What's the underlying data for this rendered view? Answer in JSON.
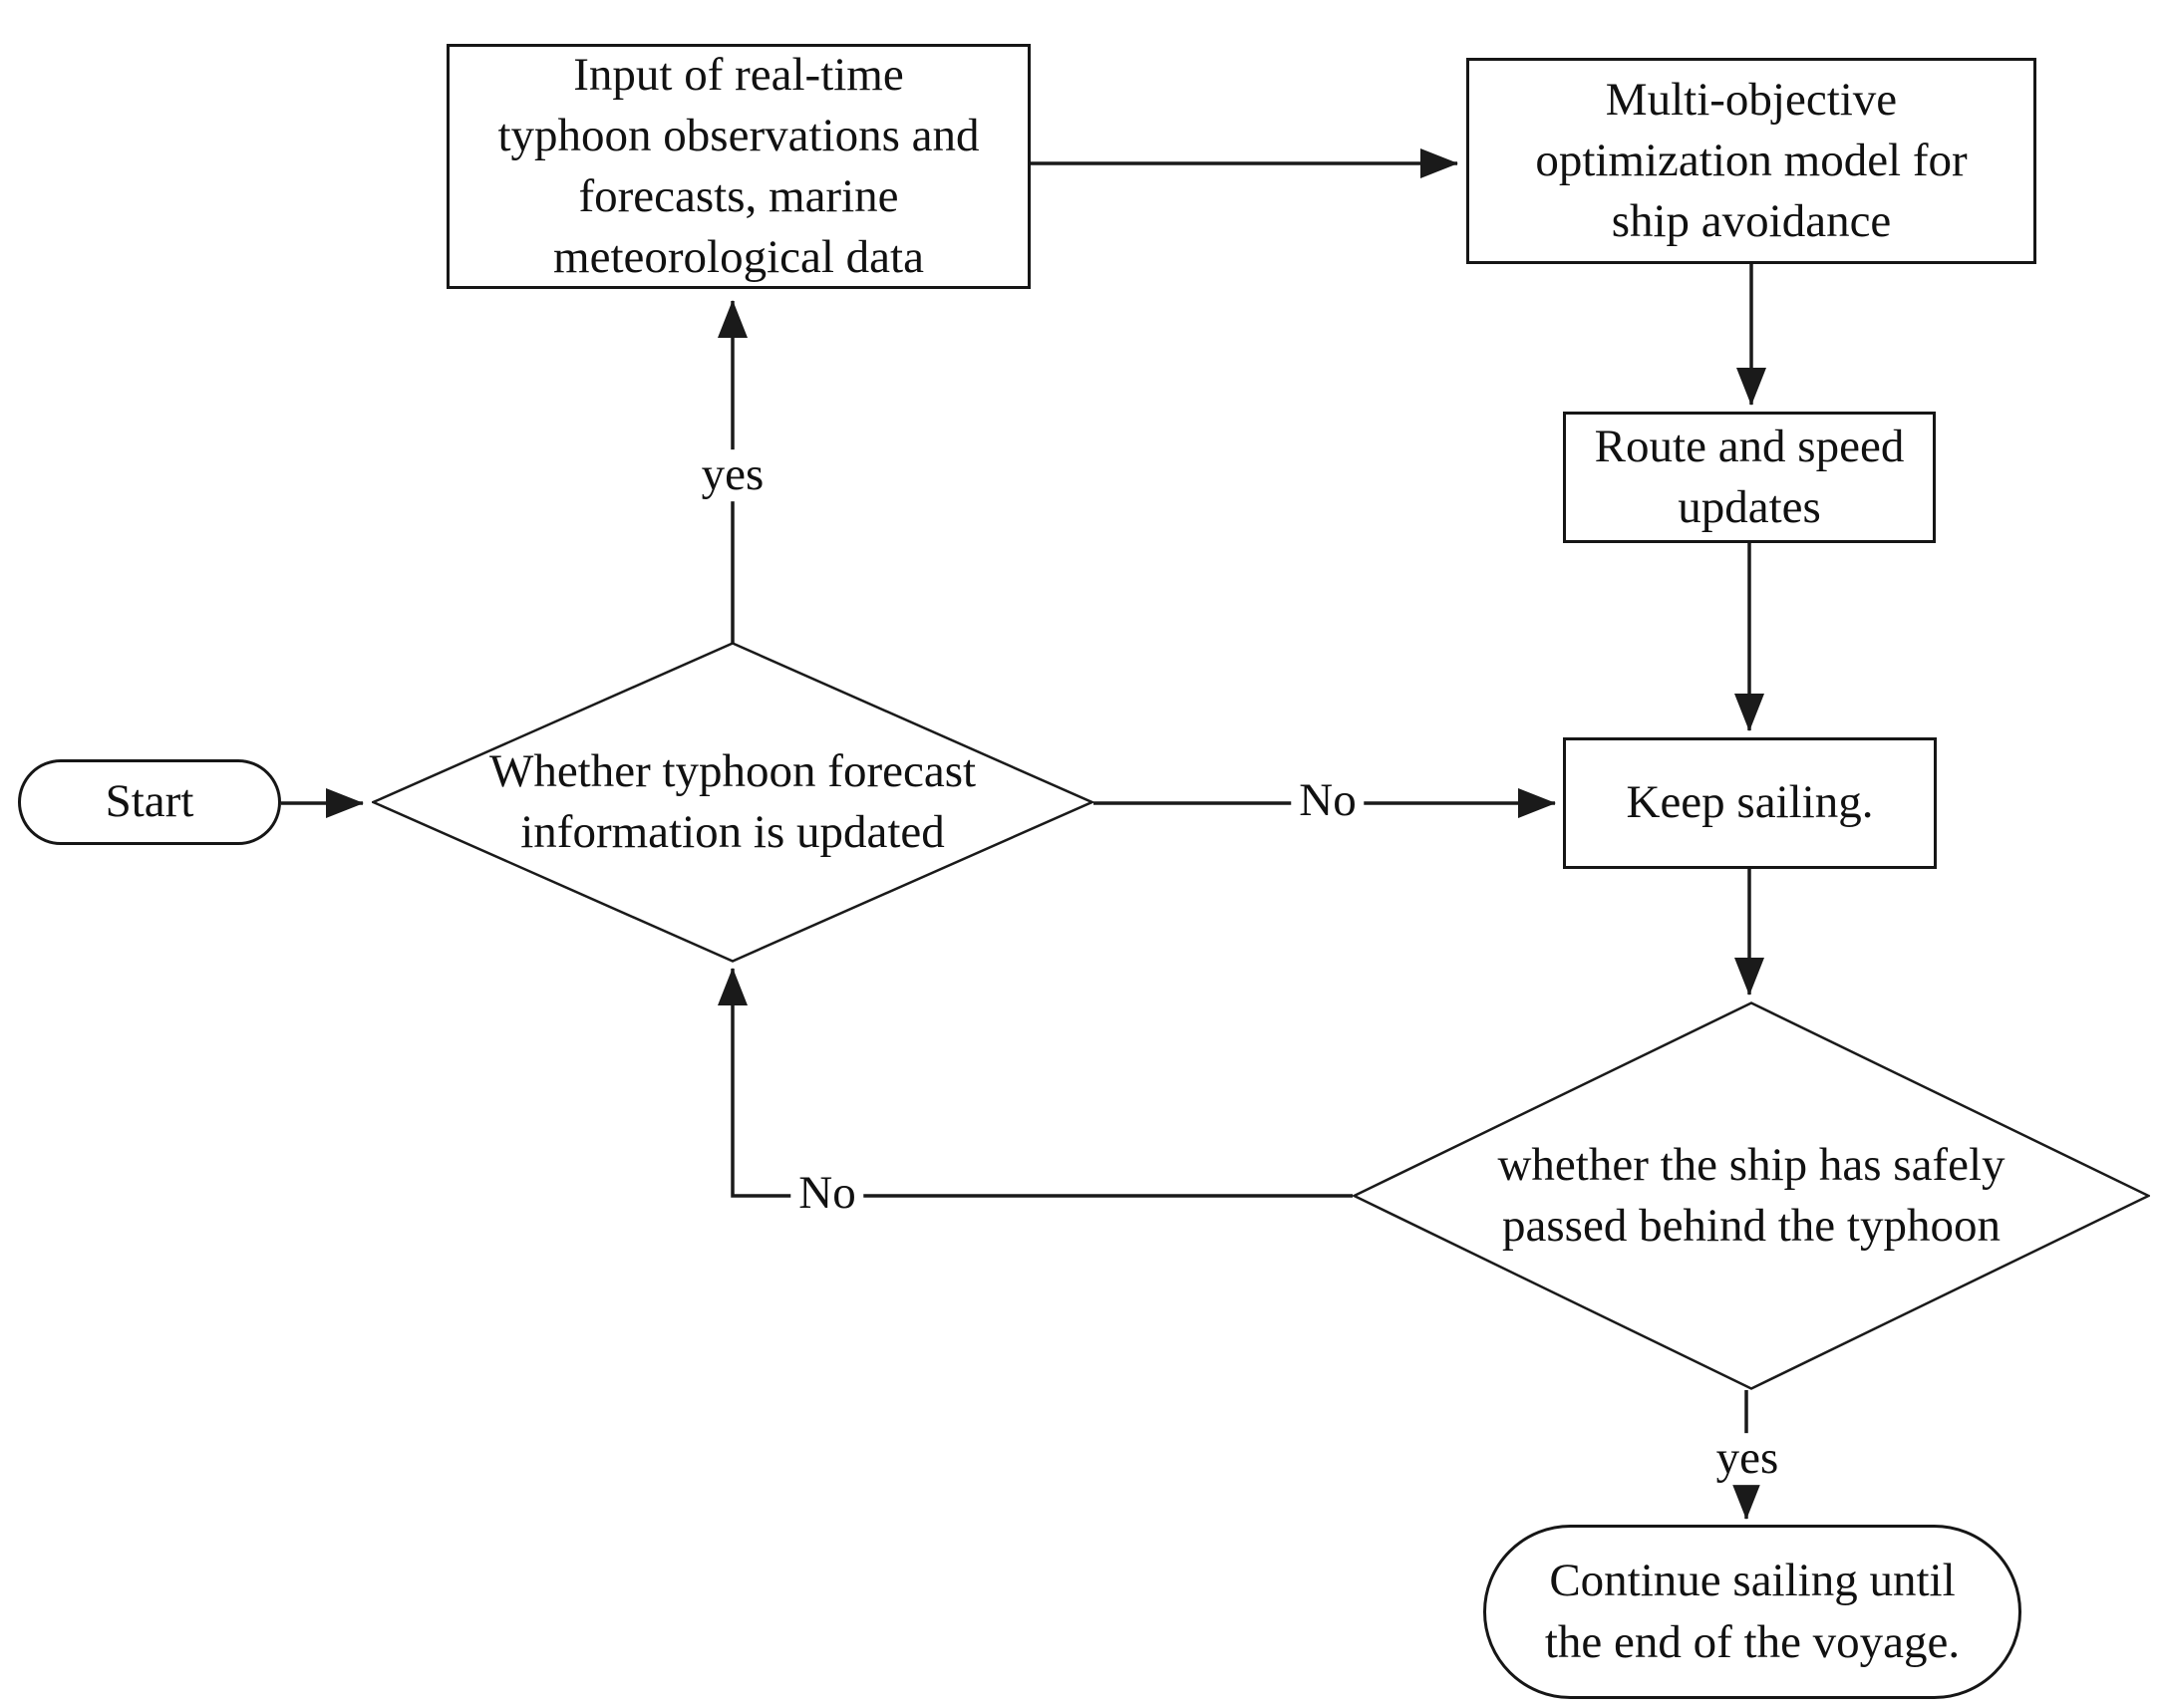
{
  "diagram": {
    "title": "Ship typhoon-avoidance voyage optimization flowchart",
    "background_color": "#ffffff",
    "line_color": "#1a1a1a",
    "text_color": "#111111",
    "nodes": {
      "start": {
        "type": "terminator",
        "label": "Start"
      },
      "input_data": {
        "type": "process",
        "lines": [
          "Input of real-time",
          "typhoon observations and",
          "forecasts, marine",
          "meteorological data"
        ]
      },
      "optimization_model": {
        "type": "process",
        "lines": [
          "Multi-objective",
          "optimization model for",
          "ship avoidance"
        ]
      },
      "route_updates": {
        "type": "process",
        "lines": [
          "Route and speed",
          "updates"
        ]
      },
      "keep_sailing": {
        "type": "process",
        "label": "Keep sailing."
      },
      "forecast_updated_decision": {
        "type": "decision",
        "lines": [
          "Whether typhoon forecast",
          "information is updated"
        ]
      },
      "passed_typhoon_decision": {
        "type": "decision",
        "lines": [
          "whether the ship has safely",
          "passed behind the typhoon"
        ]
      },
      "continue_sailing_end": {
        "type": "terminator",
        "lines": [
          "Continue sailing until",
          "the end of the voyage."
        ]
      }
    },
    "edge_labels": {
      "yes_to_input": "yes",
      "no_to_keep_sailing": "No",
      "no_return_loop": "No",
      "yes_to_end": "yes"
    }
  }
}
